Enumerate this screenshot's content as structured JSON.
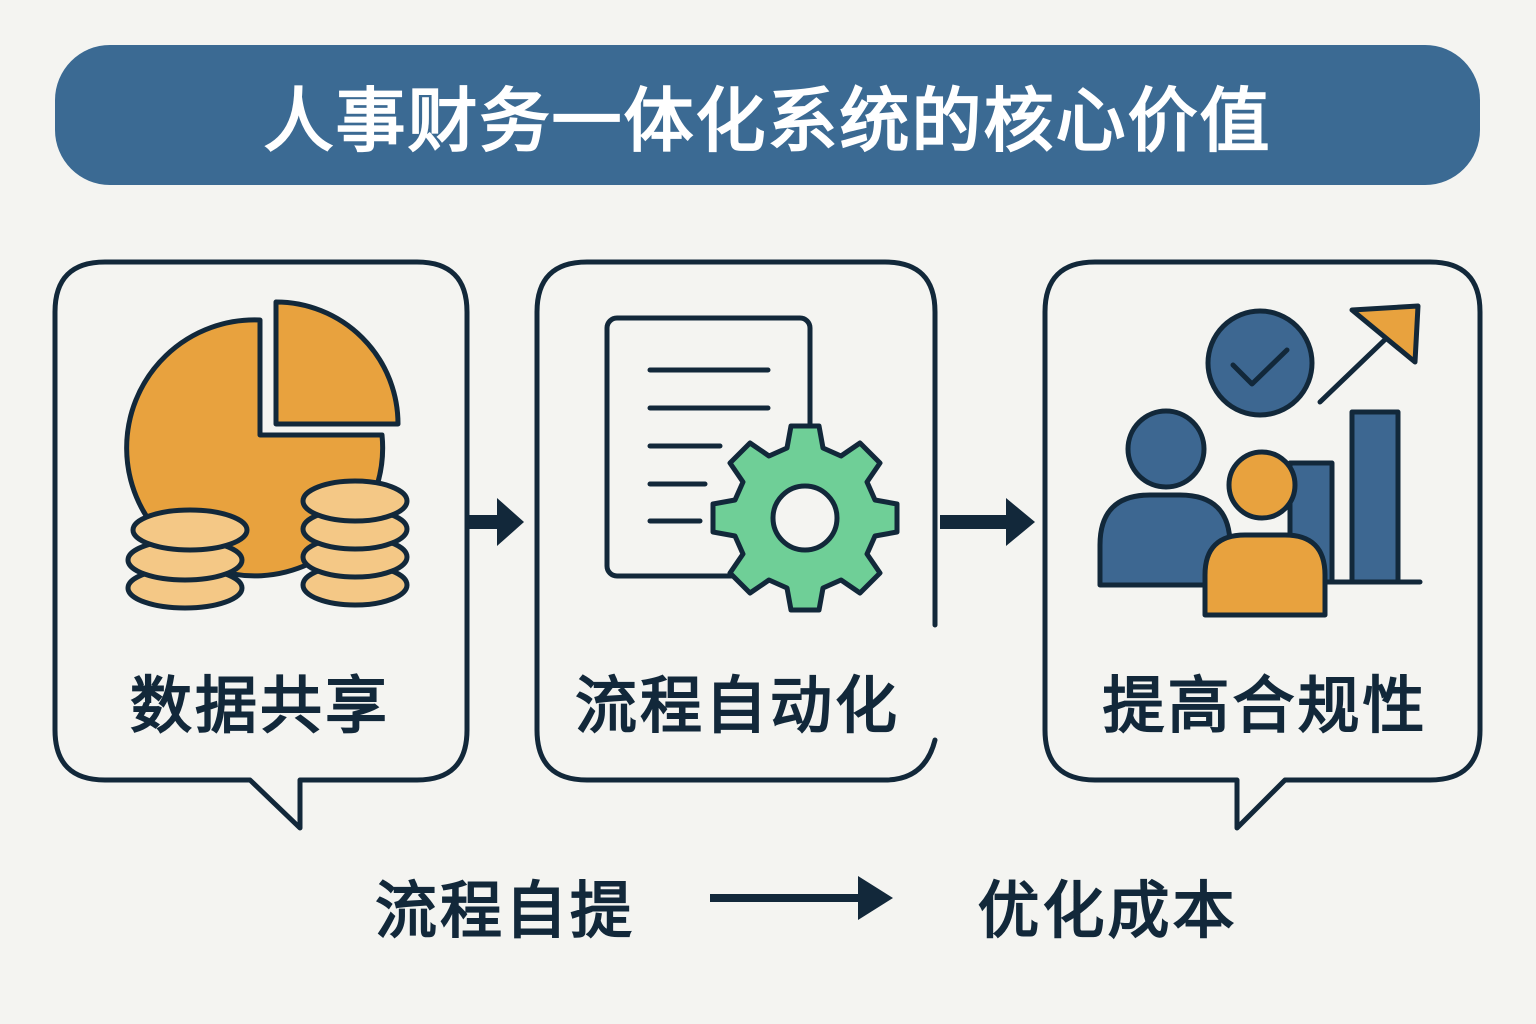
{
  "title": "人事财务一体化系统的核心价值",
  "cards": [
    {
      "label": "数据共享",
      "icon": "pie-chart-coins-icon"
    },
    {
      "label": "流程自动化",
      "icon": "document-gear-icon"
    },
    {
      "label": "提高合规性",
      "icon": "people-chart-check-icon"
    }
  ],
  "bottom": {
    "left": "流程自提",
    "right": "优化成本"
  },
  "colors": {
    "header": "#3b6a93",
    "ink": "#12283a",
    "orange": "#e8a23e",
    "light_orange": "#f4c886",
    "green": "#6fcf97",
    "blue": "#3d6791",
    "background": "#f4f4f1"
  }
}
